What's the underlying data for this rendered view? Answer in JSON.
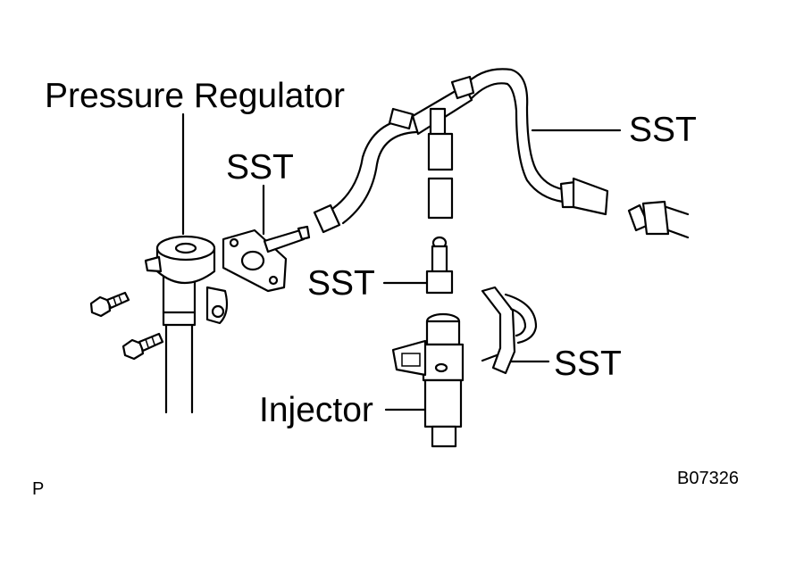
{
  "labels": {
    "pressure_regulator": "Pressure Regulator",
    "sst_regulator": "SST",
    "sst_hose": "SST",
    "sst_adapter": "SST",
    "sst_clamp": "SST",
    "injector": "Injector"
  },
  "footer": {
    "page_marker": "P",
    "figure_code": "B07326"
  },
  "colors": {
    "ink": "#000000",
    "paper": "#ffffff"
  }
}
